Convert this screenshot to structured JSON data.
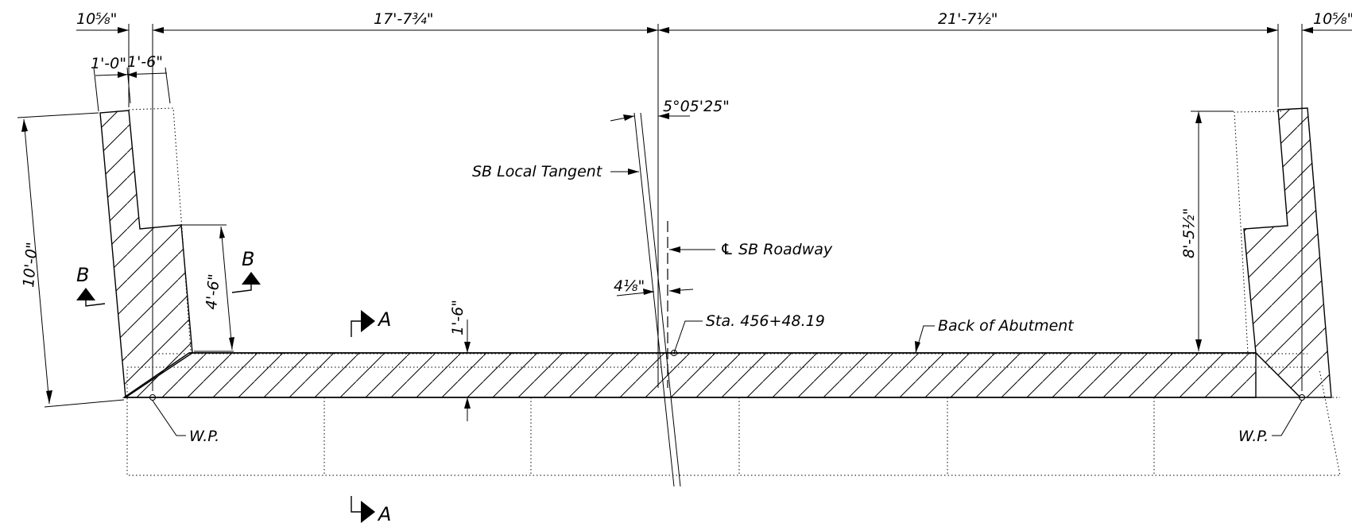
{
  "dimensions": {
    "left_end": "10⁵⁄₈\"",
    "left_span": "17'-7³⁄₄\"",
    "right_span": "21'-7¹⁄₂\"",
    "right_end": "10⁵⁄₈\"",
    "wing_1": "1'-0\"",
    "wing_2": "1'-6\"",
    "wing_height": "10'-0\"",
    "step_height": "4'-6\"",
    "right_height": "8'-5¹⁄₂\"",
    "wall_thickness": "1'-6\"",
    "offset": "4¹⁄₈\"",
    "skew_angle": "5°05'25\""
  },
  "labels": {
    "local_tangent": "SB Local Tangent",
    "roadway_cl": "℄ SB Roadway",
    "station": "Sta. 456+48.19",
    "back_of_abutment": "Back of Abutment",
    "wp_left": "W.P.",
    "wp_right": "W.P."
  },
  "sections": {
    "a_top": "A",
    "a_bottom": "A",
    "b_left": "B",
    "b_right": "B"
  }
}
